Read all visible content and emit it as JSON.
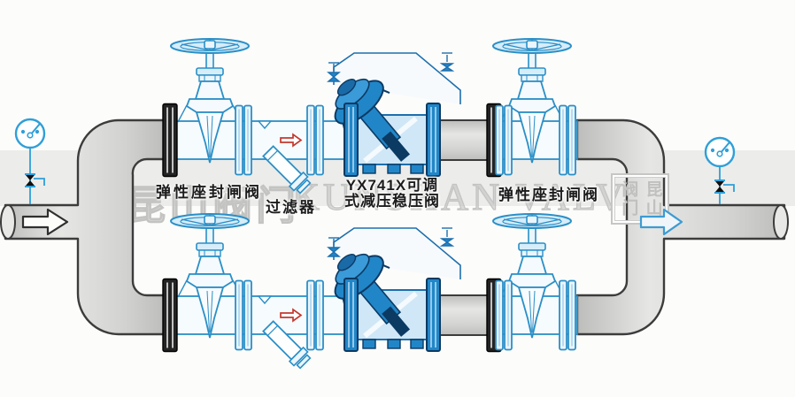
{
  "page": {
    "description": "Installation schematic of YX741X adjustable pressure reducing / stabilizing valve with twin parallel branches",
    "background": "#fcfcfb",
    "band_color": "#ececea"
  },
  "labels": {
    "gate_valve_left": "弹性座封闸阀",
    "strainer": "过滤器",
    "prv_line1": "YX741X可调",
    "prv_line2": "式减压稳压阀",
    "gate_valve_right": "弹性座封闸阀"
  },
  "watermark": {
    "cn": "昆山阀门",
    "en": "KUNSHAN VALVE",
    "logo_col_left": "阀门",
    "logo_col_right": "昆山"
  },
  "colors": {
    "equipment_blue": "#2b8fc6",
    "prv_fill_blue": "#2186c8",
    "prv_dark_navy": "#0b3a63",
    "pipe_gray": "#d6d6d4",
    "pipe_outline": "#3c3c3c",
    "red_flow_arrow": "#c2392e",
    "watermark_gray": "#c6c6c4",
    "label_text": "#1c1c1c"
  }
}
